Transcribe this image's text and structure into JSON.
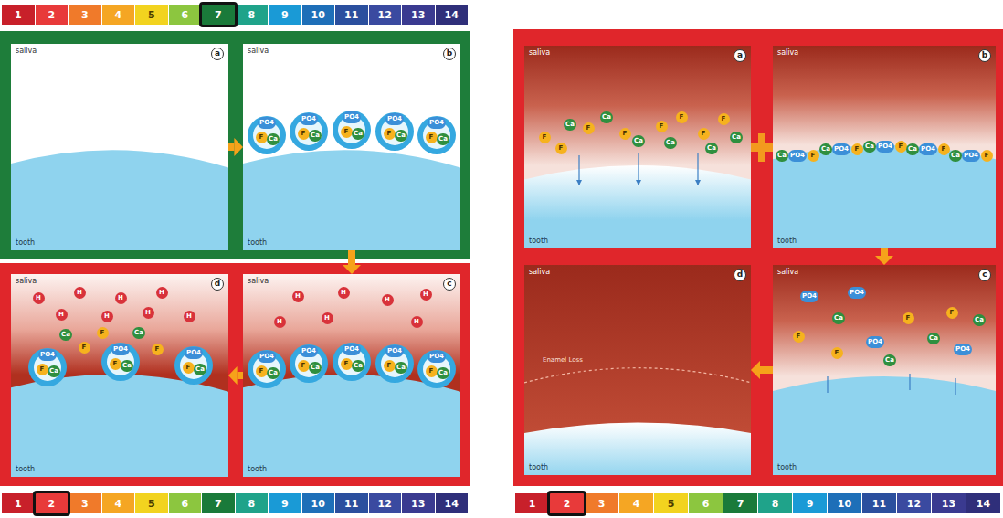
{
  "diagram": {
    "nodes": [
      {
        "text": [
          "a",
          "saliva",
          "tooth"
        ]
      },
      {
        "text": [
          "b",
          "saliva",
          "tooth"
        ]
      },
      {
        "text": [
          "c",
          "saliva",
          "tooth"
        ]
      },
      {
        "text": [
          "d",
          "saliva",
          "tooth"
        ]
      },
      {
        "text": [
          "a",
          "saliva",
          "tooth"
        ]
      },
      {
        "text": [
          "b",
          "saliva",
          "tooth"
        ]
      },
      {
        "text": [
          "c",
          "saliva",
          "tooth"
        ]
      },
      {
        "text": [
          "d",
          "saliva",
          "Enamel Loss",
          "tooth"
        ]
      }
    ],
    "edges": [
      {
        "from": 0,
        "to": 1,
        "arrow": "to"
      },
      {
        "from": 1,
        "to": 2,
        "arrow": "to"
      },
      {
        "from": 2,
        "to": 3,
        "arrow": "to"
      },
      {
        "from": 5,
        "to": 6,
        "arrow": "to"
      },
      {
        "from": 6,
        "to": 7,
        "arrow": "to"
      }
    ],
    "labels": [
      "1",
      "2",
      "3",
      "4",
      "5",
      "6",
      "7",
      "8",
      "9",
      "10",
      "11",
      "12",
      "13",
      "14",
      "F",
      "Ca",
      "PO4",
      "F",
      "Ca",
      "PO4",
      "F",
      "Ca",
      "PO4",
      "F",
      "Ca",
      "PO4",
      "F",
      "Ca",
      "PO4",
      "H",
      "H",
      "H",
      "H",
      "H",
      "H",
      "H",
      "F",
      "Ca",
      "PO4",
      "F",
      "Ca",
      "PO4",
      "F",
      "Ca",
      "PO4",
      "F",
      "Ca",
      "PO4",
      "F",
      "Ca",
      "PO4",
      "H",
      "H",
      "H",
      "H",
      "H",
      "H",
      "H",
      "H",
      "F",
      "F",
      "F",
      "Ca",
      "Ca",
      "F",
      "Ca",
      "PO4",
      "F",
      "Ca",
      "PO4",
      "F",
      "Ca",
      "PO4",
      "F",
      "F",
      "F",
      "F",
      "F",
      "F",
      "F",
      "F",
      "Ca",
      "Ca",
      "Ca",
      "Ca",
      "Ca",
      "Ca",
      "Ca",
      "PO4",
      "F",
      "Ca",
      "PO4",
      "F",
      "Ca",
      "PO4",
      "F",
      "Ca",
      "PO4",
      "F",
      "Ca",
      "PO4",
      "F",
      "PO4",
      "PO4",
      "PO4",
      "PO4",
      "F",
      "F",
      "F",
      "F",
      "Ca",
      "Ca",
      "Ca",
      "Ca",
      "1",
      "2",
      "3",
      "4",
      "5",
      "6",
      "7",
      "8",
      "9",
      "10",
      "11",
      "12",
      "13",
      "14",
      "1",
      "2",
      "3",
      "4",
      "5",
      "6",
      "7",
      "8",
      "9",
      "10",
      "11",
      "12",
      "13",
      "14"
    ]
  }
}
